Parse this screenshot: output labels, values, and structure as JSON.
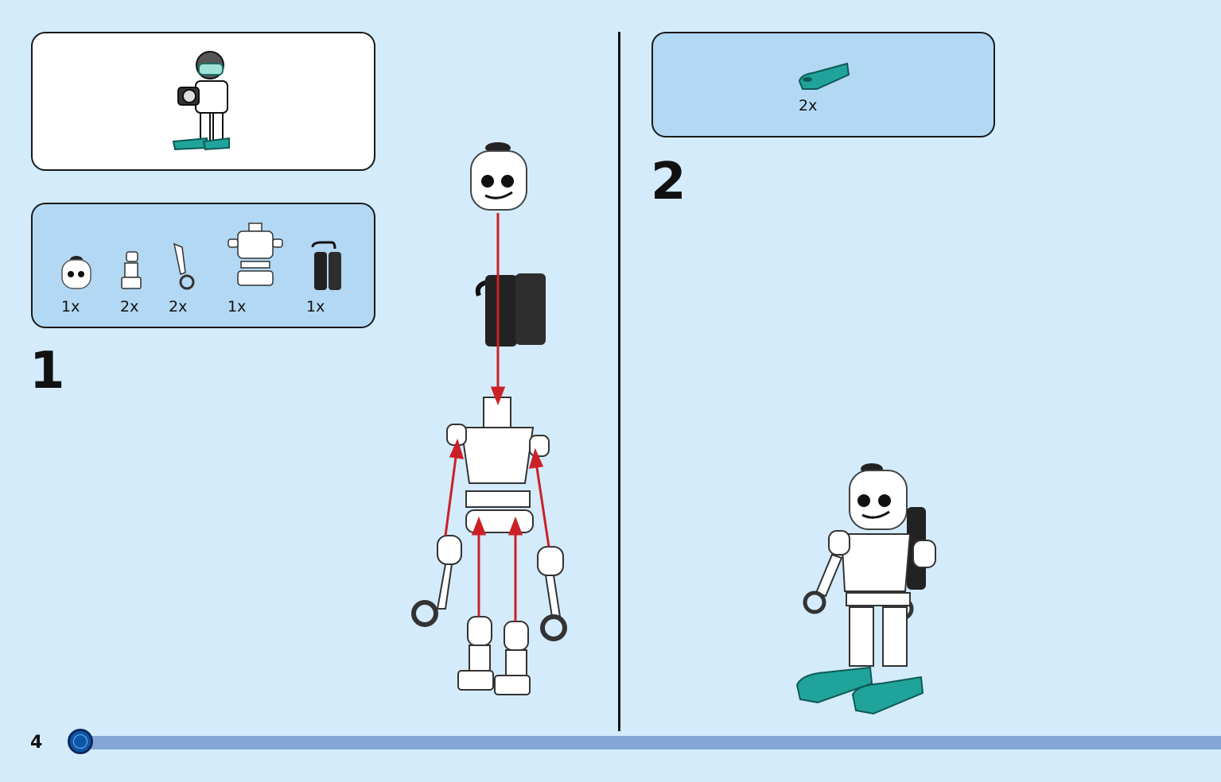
{
  "page": {
    "number": "4",
    "progress_fraction": 0.0
  },
  "colors": {
    "background": "#d3ebfb",
    "parts_box": "#b2d8f3",
    "progress": "#84a5d6",
    "arrow": "#cc2027",
    "teal": "#20a39a"
  },
  "step1": {
    "number": "1",
    "parts": [
      {
        "name": "skull-head-icon",
        "qty": "1x"
      },
      {
        "name": "leg-icon",
        "qty": "2x"
      },
      {
        "name": "arm-icon",
        "qty": "2x"
      },
      {
        "name": "torso-icon",
        "qty": "1x"
      },
      {
        "name": "air-tank-icon",
        "qty": "1x"
      }
    ]
  },
  "step2": {
    "number": "2",
    "parts": [
      {
        "name": "flipper-icon",
        "qty": "2x"
      }
    ]
  }
}
